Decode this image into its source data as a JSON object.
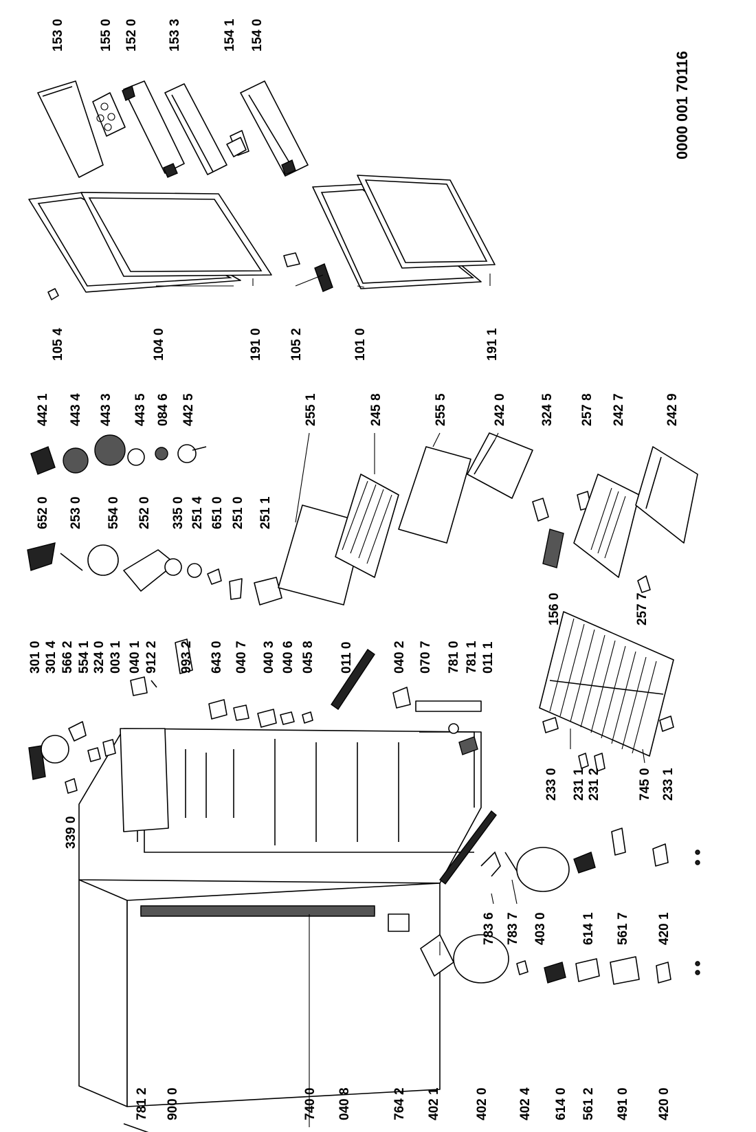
{
  "document_number": "0000 001 70116",
  "labels": {
    "L1530": "153 0",
    "L1550": "155 0",
    "L1520": "152 0",
    "L1533": "153 3",
    "L1541": "154 1",
    "L1540": "154 0",
    "L1054": "105 4",
    "L1040": "104 0",
    "L1910": "191 0",
    "L1052": "105 2",
    "L1010": "101 0",
    "L1911": "191 1",
    "L4421": "442 1",
    "L4434": "443 4",
    "L4433": "443 3",
    "L4435": "443 5",
    "L0846": "084 6",
    "L4425": "442 5",
    "L2551": "255 1",
    "L2458": "245 8",
    "L2555": "255 5",
    "L2420": "242 0",
    "L3245": "324 5",
    "L2578": "257 8",
    "L2427": "242 7",
    "L2429": "242 9",
    "L6520": "652 0",
    "L2530": "253 0",
    "L5540": "554 0",
    "L2520": "252 0",
    "L3350": "335 0",
    "L2514": "251 4",
    "L6510": "651 0",
    "L2510": "251 0",
    "L2511": "251 1",
    "L3010": "301 0",
    "L3014": "301 4",
    "L5662": "566 2",
    "L5541": "554 1",
    "L3240": "324 0",
    "L0031": "003 1",
    "L0401": "040 1",
    "L9122": "912 2",
    "L9932": "993 2",
    "L6430": "643 0",
    "L0407": "040 7",
    "L0403": "040 3",
    "L0406": "040 6",
    "L0458": "045 8",
    "L0110": "011 0",
    "L0402": "040 2",
    "L0707": "070 7",
    "L7810": "781 0",
    "L7811": "781 1",
    "L0111": "011 1",
    "L1560": "156 0",
    "L2577": "257 7",
    "L3390": "339 0",
    "L2330": "233 0",
    "L2311": "231 1",
    "L2312": "231 2",
    "L7450": "745 0",
    "L2331": "233 1",
    "L7836": "783 6",
    "L7837": "783 7",
    "L4030": "403 0",
    "L6141": "614 1",
    "L5617": "561 7",
    "L4201": "420 1",
    "L7812": "781 2",
    "L9000": "900 0",
    "L7400": "740 0",
    "L0408": "040 8",
    "L7642": "764 2",
    "L4021": "402 1",
    "L4020": "402 0",
    "L4024": "402 4",
    "L6140": "614 0",
    "L5612": "561 2",
    "L4910": "491 0",
    "L4200": "420 0"
  }
}
